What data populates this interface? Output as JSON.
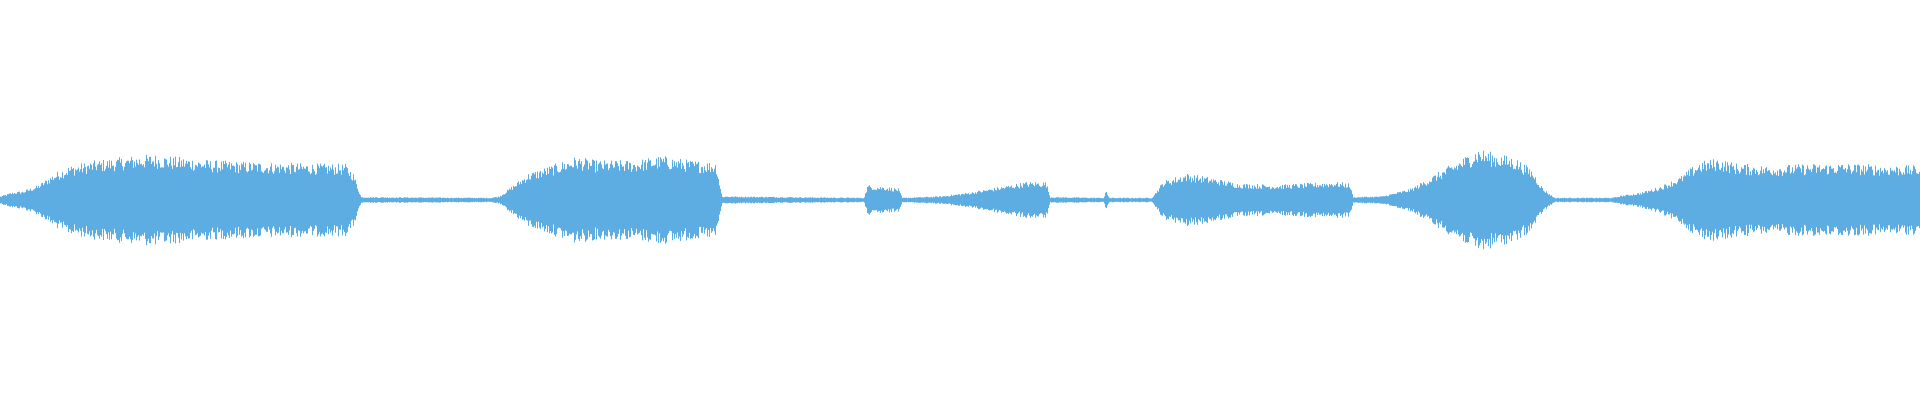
{
  "waveform": {
    "color": "#5dade2",
    "background": "#ffffff",
    "envelope": [
      [
        0.0,
        0.05
      ],
      [
        0.006,
        0.1
      ],
      [
        0.012,
        0.12
      ],
      [
        0.02,
        0.2
      ],
      [
        0.028,
        0.35
      ],
      [
        0.036,
        0.45
      ],
      [
        0.05,
        0.52
      ],
      [
        0.07,
        0.58
      ],
      [
        0.08,
        0.6
      ],
      [
        0.09,
        0.57
      ],
      [
        0.1,
        0.55
      ],
      [
        0.11,
        0.52
      ],
      [
        0.13,
        0.5
      ],
      [
        0.16,
        0.48
      ],
      [
        0.18,
        0.47
      ],
      [
        0.184,
        0.35
      ],
      [
        0.188,
        0.04
      ],
      [
        0.255,
        0.03
      ],
      [
        0.26,
        0.05
      ],
      [
        0.265,
        0.15
      ],
      [
        0.275,
        0.35
      ],
      [
        0.29,
        0.48
      ],
      [
        0.3,
        0.57
      ],
      [
        0.31,
        0.52
      ],
      [
        0.33,
        0.52
      ],
      [
        0.345,
        0.58
      ],
      [
        0.36,
        0.52
      ],
      [
        0.373,
        0.5
      ],
      [
        0.376,
        0.05
      ],
      [
        0.45,
        0.03
      ],
      [
        0.452,
        0.2
      ],
      [
        0.456,
        0.18
      ],
      [
        0.46,
        0.18
      ],
      [
        0.468,
        0.15
      ],
      [
        0.47,
        0.03
      ],
      [
        0.49,
        0.05
      ],
      [
        0.505,
        0.1
      ],
      [
        0.52,
        0.17
      ],
      [
        0.535,
        0.24
      ],
      [
        0.545,
        0.24
      ],
      [
        0.547,
        0.04
      ],
      [
        0.575,
        0.03
      ],
      [
        0.576,
        0.12
      ],
      [
        0.578,
        0.03
      ],
      [
        0.6,
        0.03
      ],
      [
        0.606,
        0.25
      ],
      [
        0.618,
        0.35
      ],
      [
        0.63,
        0.3
      ],
      [
        0.645,
        0.22
      ],
      [
        0.665,
        0.2
      ],
      [
        0.68,
        0.22
      ],
      [
        0.695,
        0.24
      ],
      [
        0.703,
        0.22
      ],
      [
        0.705,
        0.04
      ],
      [
        0.72,
        0.05
      ],
      [
        0.735,
        0.15
      ],
      [
        0.745,
        0.3
      ],
      [
        0.755,
        0.45
      ],
      [
        0.765,
        0.6
      ],
      [
        0.77,
        0.68
      ],
      [
        0.778,
        0.62
      ],
      [
        0.79,
        0.55
      ],
      [
        0.798,
        0.4
      ],
      [
        0.804,
        0.15
      ],
      [
        0.81,
        0.03
      ],
      [
        0.84,
        0.03
      ],
      [
        0.845,
        0.06
      ],
      [
        0.855,
        0.1
      ],
      [
        0.865,
        0.18
      ],
      [
        0.875,
        0.3
      ],
      [
        0.885,
        0.5
      ],
      [
        0.895,
        0.55
      ],
      [
        0.905,
        0.48
      ],
      [
        0.92,
        0.45
      ],
      [
        0.94,
        0.47
      ],
      [
        0.96,
        0.48
      ],
      [
        0.98,
        0.46
      ],
      [
        1.0,
        0.45
      ]
    ]
  }
}
